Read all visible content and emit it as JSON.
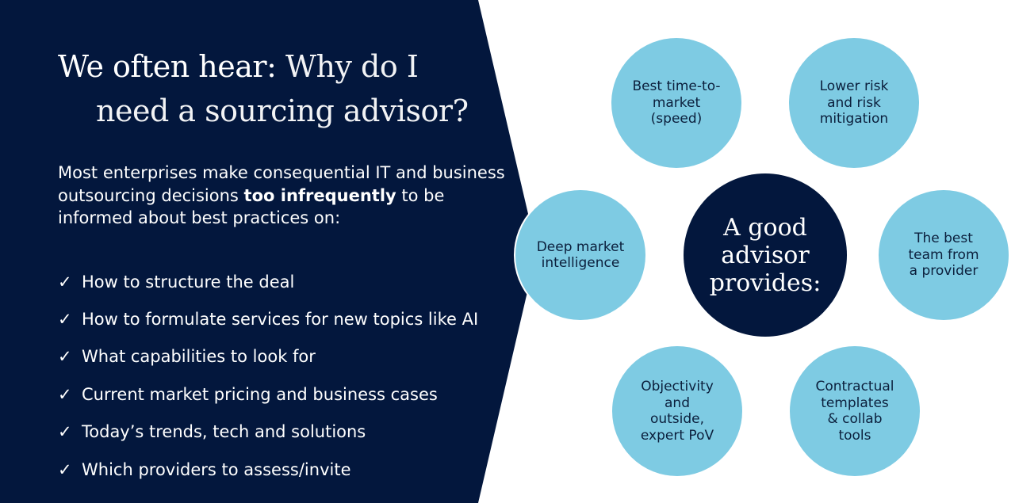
{
  "title": {
    "line1_lead": "We often hear:",
    "line1_question": " Why do I",
    "line2": "need a sourcing advisor?"
  },
  "intro": {
    "part1": "Most enterprises make consequential IT and business outsourcing decisions ",
    "bold": "too infrequently",
    "part2": " to be informed about best practices on:"
  },
  "checklist": [
    "How to structure the deal",
    "How to formulate services for new topics like AI",
    "What capabilities to look for",
    "Current market pricing and business cases",
    "Today’s trends, tech and solutions",
    "Which providers to assess/invite"
  ],
  "check_glyph": "✓",
  "center_circle": "A good\nadvisor\nprovides:",
  "circles": {
    "top_left": "Best time-to-\nmarket\n(speed)",
    "top_right": "Lower risk\nand risk\nmitigation",
    "left": "Deep market\nintelligence",
    "right": "The best\nteam from\na provider",
    "bottom_left": "Objectivity\nand\noutside,\nexpert PoV",
    "bottom_right": "Contractual\ntemplates\n& collab\ntools"
  },
  "colors": {
    "navy": "#03173d",
    "light_blue": "#7ecbe3",
    "white": "#ffffff"
  }
}
